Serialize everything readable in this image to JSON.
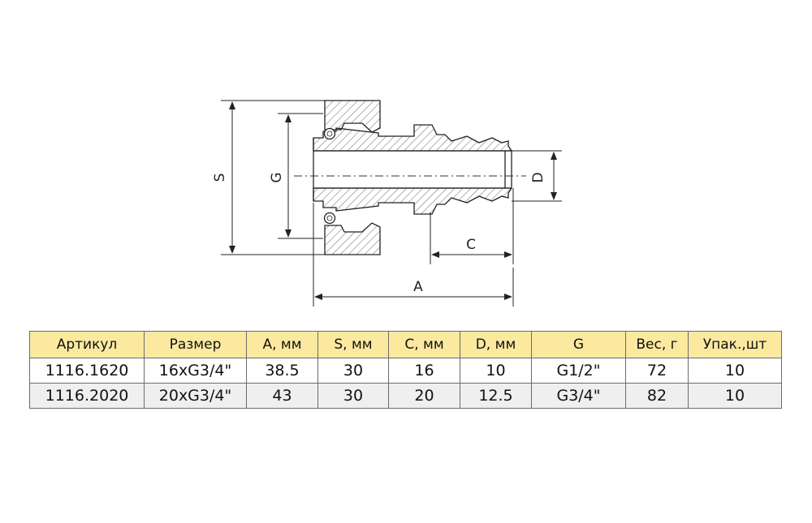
{
  "drawing": {
    "labels": {
      "s": "S",
      "g": "G",
      "d": "D",
      "c": "C",
      "a": "A"
    }
  },
  "table": {
    "headers": [
      "Артикул",
      "Размер",
      "A, мм",
      "S, мм",
      "C, мм",
      "D, мм",
      "G",
      "Вес, г",
      "Упак.,шт"
    ],
    "rows": [
      [
        "1116.1620",
        "16xG3/4\"",
        "38.5",
        "30",
        "16",
        "10",
        "G1/2\"",
        "72",
        "10"
      ],
      [
        "1116.2020",
        "20xG3/4\"",
        "43",
        "30",
        "20",
        "12.5",
        "G3/4\"",
        "82",
        "10"
      ]
    ]
  }
}
